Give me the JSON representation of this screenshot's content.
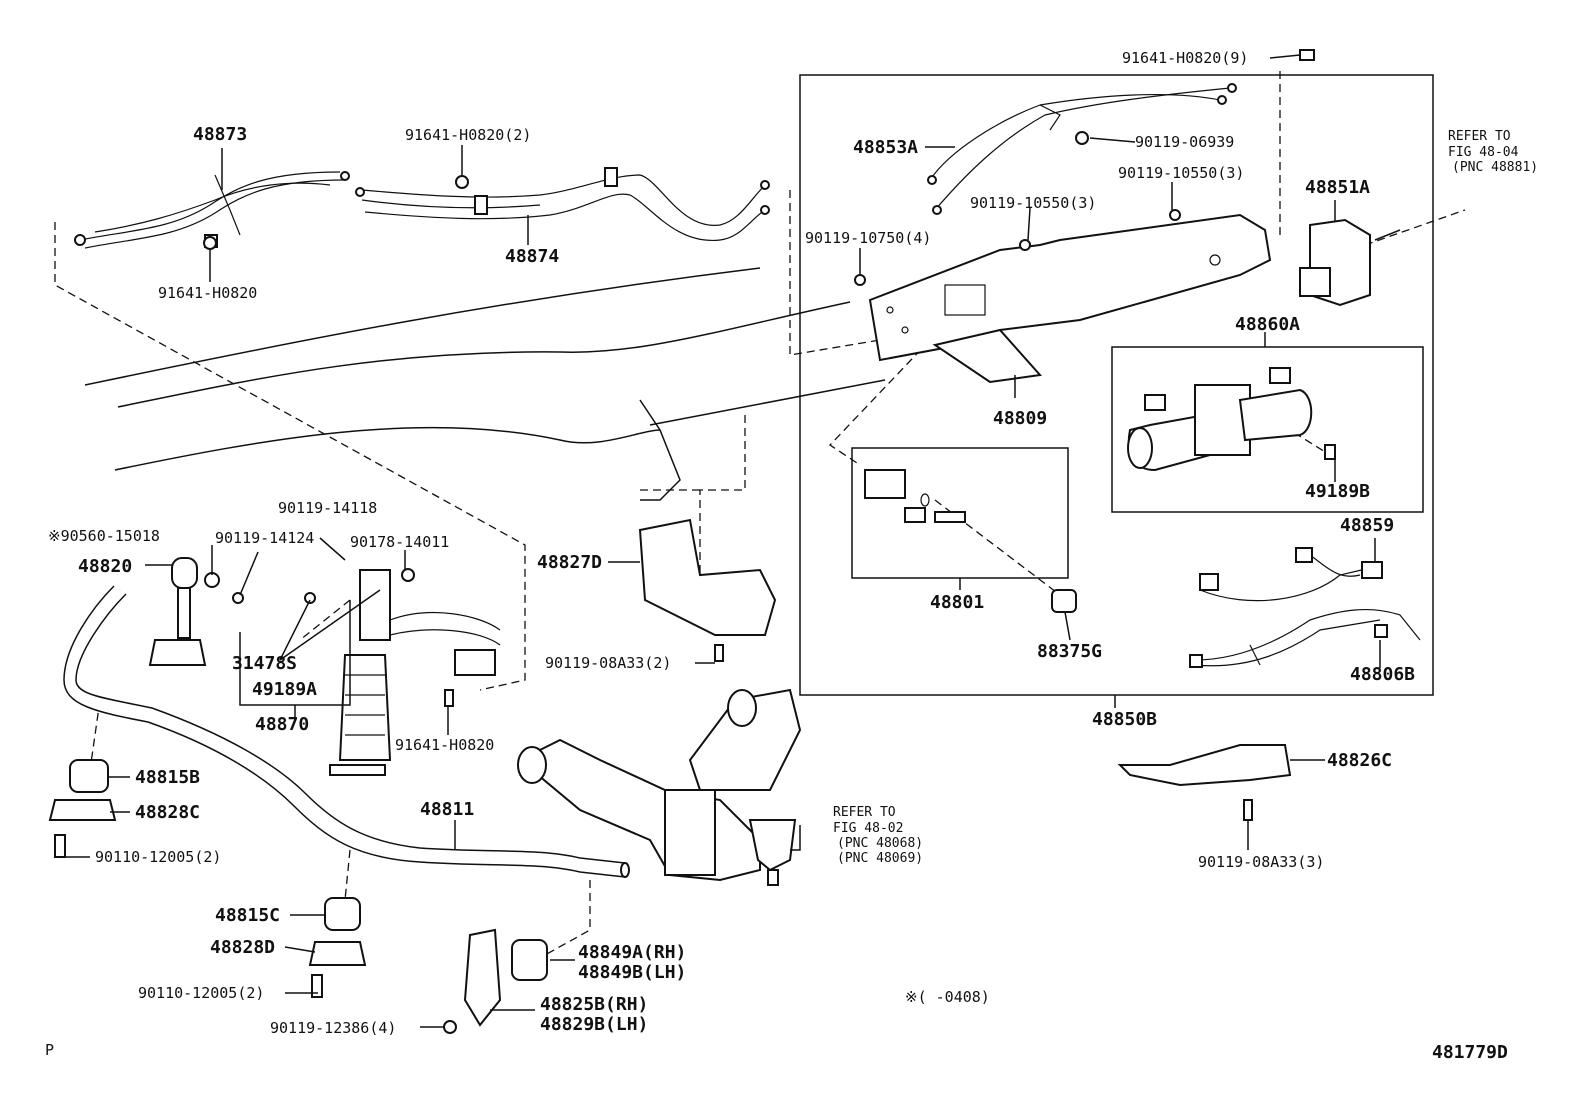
{
  "parts": {
    "p48873": "48873",
    "p91641_h0820_2": "91641-H0820(2)",
    "p91641_h0820_a": "91641-H0820",
    "p48874": "48874",
    "p91641_h0820_9": "91641-H0820(9)",
    "p48853a": "48853A",
    "p90119_06939": "90119-06939",
    "p90119_10550_3a": "90119-10550(3)",
    "p90119_10550_3b": "90119-10550(3)",
    "p90119_10750_4": "90119-10750(4)",
    "p48851a": "48851A",
    "p48860a": "48860A",
    "p48809": "48809",
    "p49189b": "49189B",
    "p48859": "48859",
    "p48801": "48801",
    "p88375g": "88375G",
    "p48806b": "48806B",
    "p48850b": "48850B",
    "p48826c": "48826C",
    "p90119_08a33_3": "90119-08A33(3)",
    "p90119_14118": "90119-14118",
    "p90560_15018": "※90560-15018",
    "p90119_14124": "90119-14124",
    "p90178_14011": "90178-14011",
    "p48820": "48820",
    "p48827d": "48827D",
    "p31478s": "31478S",
    "p49189a": "49189A",
    "p48870": "48870",
    "p90119_08a33_2": "90119-08A33(2)",
    "p91641_h0820_b": "91641-H0820",
    "p48815b": "48815B",
    "p48828c": "48828C",
    "p90110_12005_2a": "90110-12005(2)",
    "p48811": "48811",
    "p48815c": "48815C",
    "p48828d": "48828D",
    "p90110_12005_2b": "90110-12005(2)",
    "p90119_12386_4": "90119-12386(4)",
    "p48849a": "48849A(RH)",
    "p48849b": "48849B(LH)",
    "p48825b": "48825B(RH)",
    "p48829b": "48829B(LH)"
  },
  "refs": {
    "ref1_l1": "REFER TO",
    "ref1_l2": "FIG 48-04",
    "ref1_l3": "(PNC 48881)",
    "ref2_l1": "REFER TO",
    "ref2_l2": "FIG 48-02",
    "ref2_l3": "(PNC 48068)",
    "ref2_l4": "(PNC 48069)"
  },
  "footer": {
    "note": "※(      -0408)",
    "page_marker": "P",
    "diagram_id": "481779D"
  }
}
